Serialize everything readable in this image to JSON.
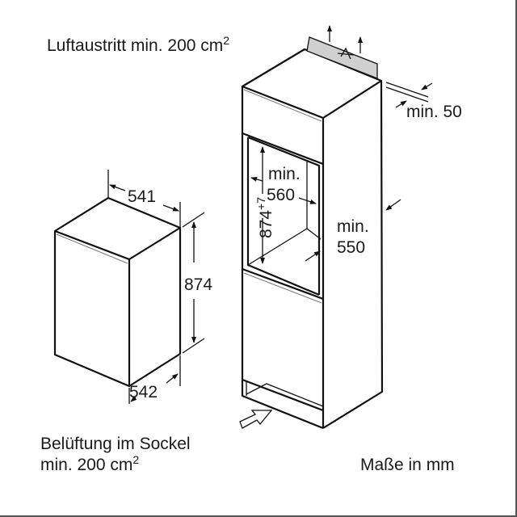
{
  "labels": {
    "air_outlet": "Luftaustritt min. 200 cm",
    "air_outlet_sup": "2",
    "top_gap": "min. 50",
    "niche_width_1": "min.",
    "niche_width_2": "560",
    "niche_height": "874",
    "niche_height_tol": "+7",
    "depth_1": "min.",
    "depth_2": "550",
    "appliance_width": "541",
    "appliance_height": "874",
    "appliance_depth": "542",
    "plinth_vent_1": "Belüftung im Sockel",
    "plinth_vent_2": "min. 200 cm",
    "plinth_vent_sup": "2",
    "units": "Maße in mm"
  },
  "colors": {
    "line": "#111111",
    "vent_panel": "#d0d0d0"
  }
}
